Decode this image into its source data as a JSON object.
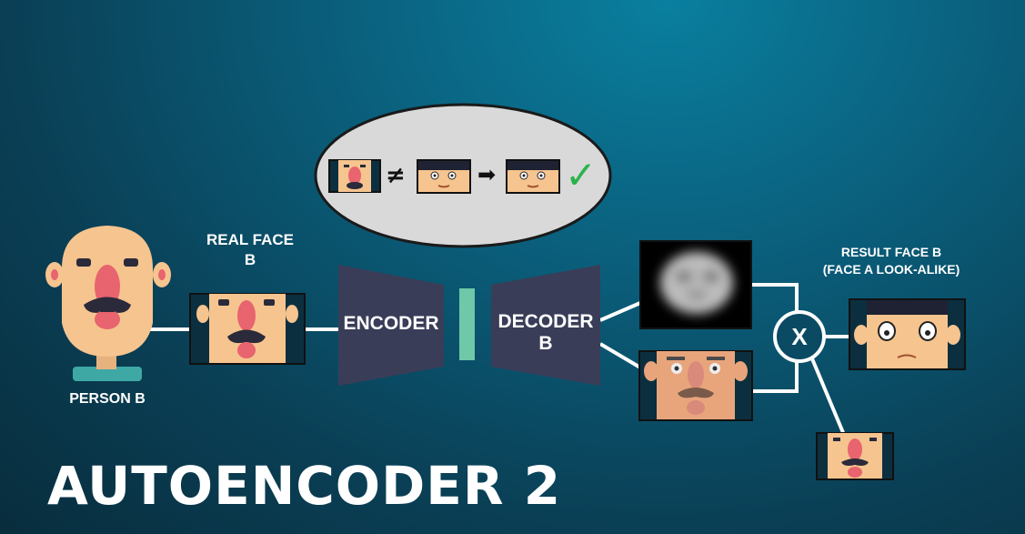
{
  "title": "AUTOENCODER 2",
  "labels": {
    "person": "PERSON B",
    "real_face_line1": "REAL FACE",
    "real_face_line2": "B",
    "encoder": "ENCODER",
    "decoder_line1": "DECODER",
    "decoder_line2": "B",
    "result_line1": "RESULT FACE B",
    "result_line2": "(FACE A LOOK-ALIKE)",
    "multiply": "X"
  },
  "bubble": {
    "not_equal_symbol": "≠",
    "arrow_symbol": "➡",
    "check_symbol": "✓"
  },
  "colors": {
    "encoder_fill": "#3a3d58",
    "latent_fill": "#6fc8a7",
    "bubble_fill": "#d9d9d9",
    "check_color": "#2bb34b",
    "skin": "#f6c48f",
    "nose": "#e8646f",
    "mustache": "#2a2a3a"
  }
}
